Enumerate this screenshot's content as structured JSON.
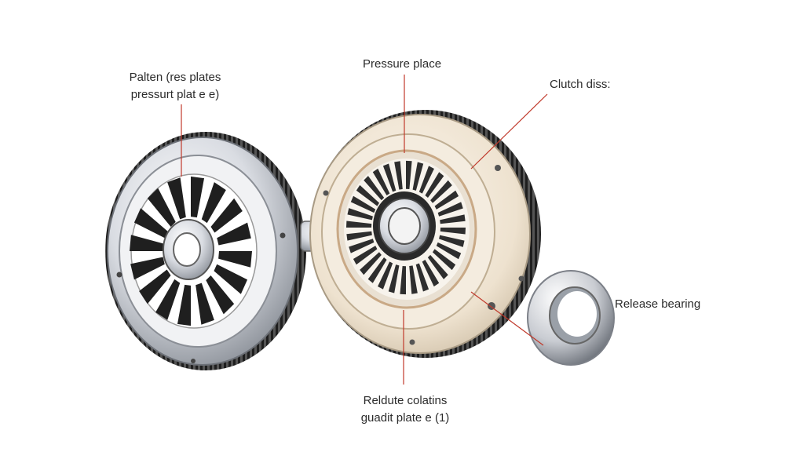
{
  "labels": {
    "left_part": {
      "line1": "Palten (res plates",
      "line2": "pressurt plat e e)"
    },
    "pressure_plate": "Pressure place",
    "clutch_disc": "Clutch diss:",
    "release_bearing": "Release bearing",
    "bottom_part": {
      "line1": "Reldute colatins",
      "line2": "guadit plate e (1)"
    }
  },
  "colors": {
    "leader_line": "#c0392b",
    "plate_cream": "#efe3d0",
    "metal_light": "#e6e8ec",
    "metal_dark": "#2b2b2b"
  }
}
